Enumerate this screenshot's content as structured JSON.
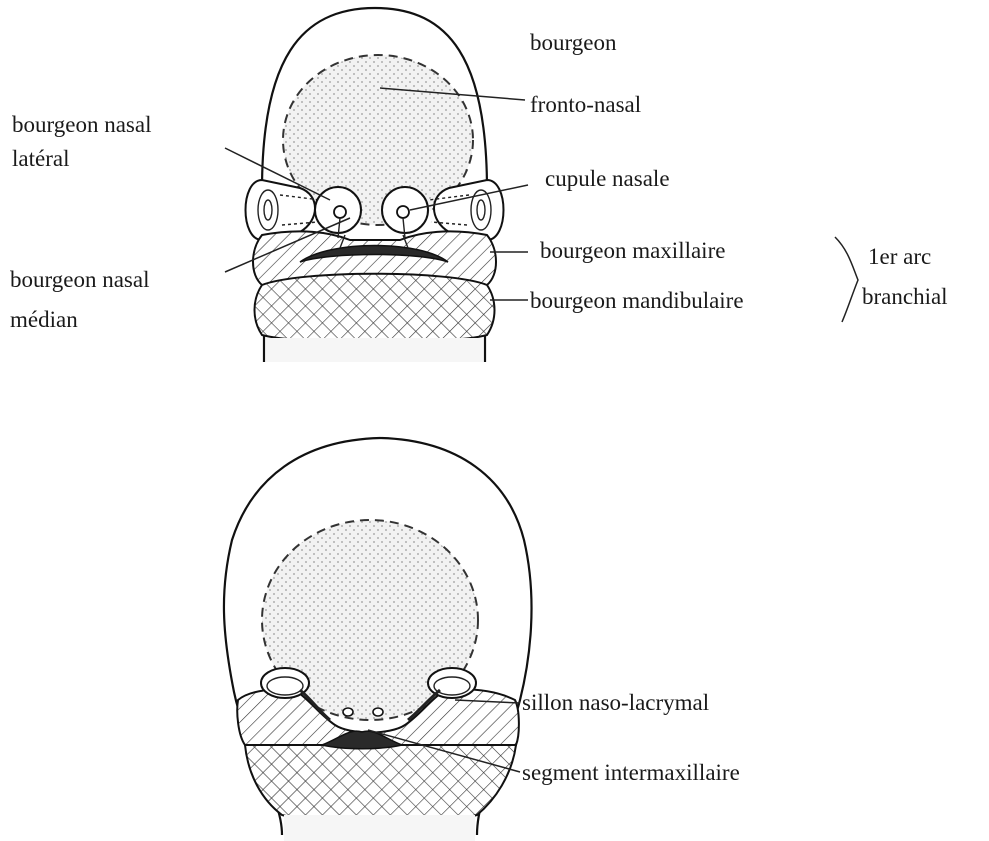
{
  "top_figure": {
    "labels": {
      "fronto_nasal_1": "bourgeon",
      "fronto_nasal_2": "fronto-nasal",
      "nasal_lateral_1": "bourgeon nasal",
      "nasal_lateral_2": "latéral",
      "cupule": "cupule nasale",
      "maxillaire": "bourgeon maxillaire",
      "nasal_median_1": "bourgeon nasal",
      "nasal_median_2": "médian",
      "mandibulaire": "bourgeon mandibulaire",
      "arc_1": "1er arc",
      "arc_2": "branchial"
    }
  },
  "bottom_figure": {
    "labels": {
      "sillon": "sillon naso-lacrymal",
      "segment": "segment intermaxillaire"
    }
  }
}
